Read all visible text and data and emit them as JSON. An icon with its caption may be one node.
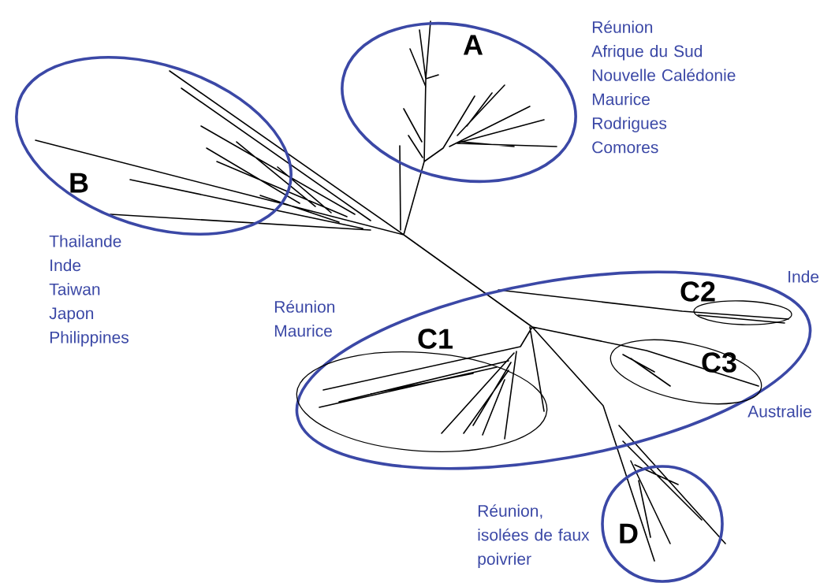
{
  "diagram": {
    "nodes": [
      {
        "text": [
          "A"
        ],
        "beside": [
          "Réunion",
          "Afrique du Sud",
          "Nouvelle Calédonie",
          "Maurice",
          "Rodrigues",
          "Comores"
        ]
      },
      {
        "text": [
          "B"
        ],
        "beside": [
          "Thailande",
          "Inde",
          "Taiwan",
          "Japon",
          "Philippines"
        ]
      },
      {
        "text": [],
        "shape": "ellipse"
      },
      {
        "text": [
          "C1"
        ],
        "in": 2,
        "beside": [
          "Réunion",
          "Maurice"
        ]
      },
      {
        "text": [
          "C2"
        ],
        "in": 2,
        "beside": [
          "Inde"
        ]
      },
      {
        "text": [
          "C3"
        ],
        "in": 2,
        "beside": [
          "Australie"
        ]
      },
      {
        "text": [
          "D"
        ],
        "beside": [
          "Réunion, isolées de faux poivrier"
        ]
      }
    ]
  }
}
